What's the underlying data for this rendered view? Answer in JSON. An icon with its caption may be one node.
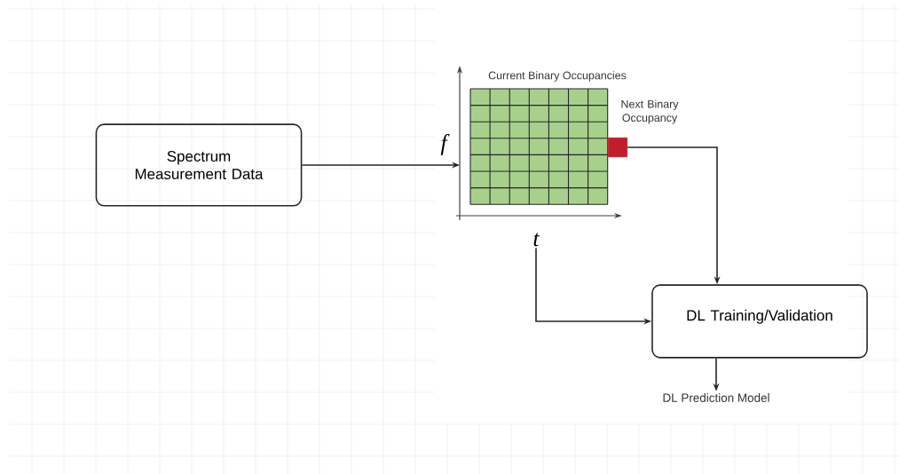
{
  "diagram": {
    "nodes": [
      {
        "text": [
          "Spectrum Measurement Data"
        ]
      },
      {
        "text": [
          "Current Binary Occupancies"
        ]
      },
      {
        "text": [
          "Next Binary Occupancy"
        ]
      },
      {
        "text": [
          "t"
        ]
      },
      {
        "text": [
          "DL Training/Validation"
        ]
      },
      {
        "text": [
          "DL Prediction Model"
        ]
      }
    ],
    "edges": [
      {
        "from": 0,
        "to": 1,
        "arrow": "to"
      },
      {
        "from": 2,
        "to": 4,
        "arrow": "to"
      },
      {
        "from": 3,
        "to": 4,
        "arrow": "to"
      },
      {
        "from": 4,
        "to": 5,
        "arrow": "to"
      }
    ],
    "labels": [
      "f"
    ]
  }
}
